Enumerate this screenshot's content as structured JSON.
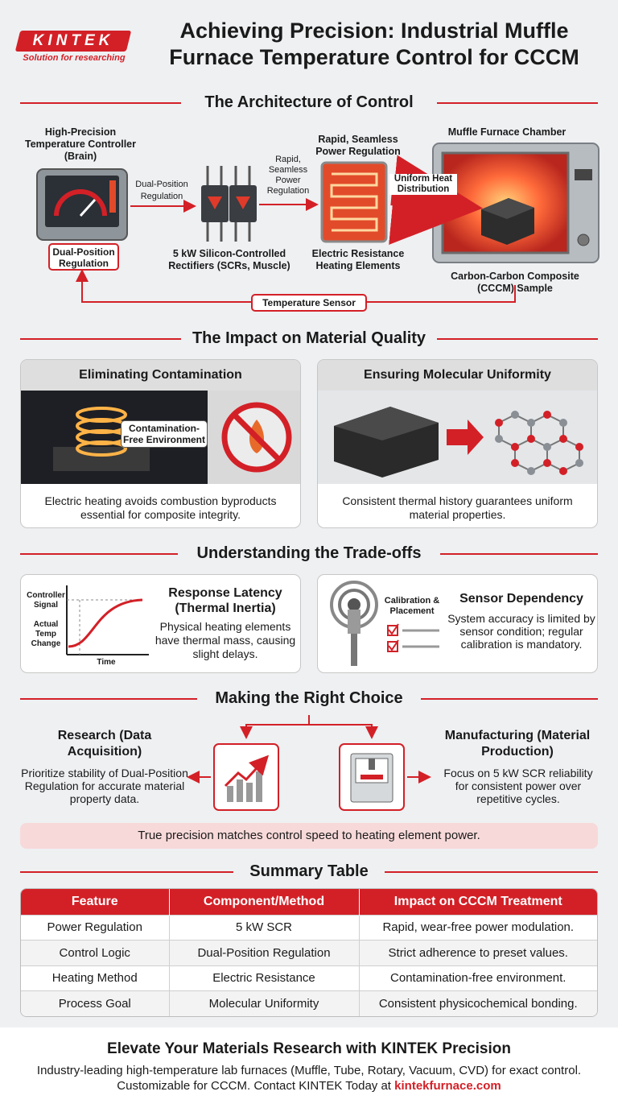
{
  "brand": {
    "logo": "KINTEK",
    "tagline": "Solution for researching"
  },
  "title": "Achieving Precision: Industrial Muffle Furnace Temperature Control for CCCM",
  "architecture": {
    "heading": "The Architecture of Control",
    "controller_label": "High-Precision Temperature Controller (Brain)",
    "dual_position_badge": "Dual-Position Regulation",
    "arrow1_label": "Dual-Position Regulation",
    "scr_label": "5 kW Silicon-Controlled Rectifiers (SCRs, Muscle)",
    "arrow2_label": "Rapid, Seamless Power Regulation",
    "heater_top_label": "Rapid, Seamless Power Regulation",
    "heater_label": "Electric Resistance Heating Elements",
    "uniform_label": "Uniform Heat Distribution",
    "chamber_label": "Muffle Furnace Chamber",
    "sample_label": "Carbon-Carbon Composite (CCCM) Sample",
    "sensor_label": "Temperature Sensor"
  },
  "impact": {
    "heading": "The Impact on Material Quality",
    "left": {
      "title": "Eliminating Contamination",
      "badge": "Contamination-Free Environment",
      "caption": "Electric heating avoids combustion byproducts essential for composite integrity."
    },
    "right": {
      "title": "Ensuring Molecular Uniformity",
      "caption": "Consistent thermal history guarantees uniform material properties."
    }
  },
  "tradeoffs": {
    "heading": "Understanding the Trade-offs",
    "left": {
      "y1": "Controller Signal",
      "y2": "Actual Temp Change",
      "x": "Time",
      "title": "Response Latency (Thermal Inertia)",
      "text": "Physical heating elements have thermal mass, causing slight delays."
    },
    "right": {
      "icon_label": "Calibration & Placement",
      "title": "Sensor Dependency",
      "text": "System accuracy is limited by sensor condition; regular calibration is mandatory."
    }
  },
  "choice": {
    "heading": "Making the Right Choice",
    "research": {
      "title": "Research (Data Acquisition)",
      "text": "Prioritize stability of Dual-Position Regulation for accurate material property data."
    },
    "manufacturing": {
      "title": "Manufacturing (Material Production)",
      "text": "Focus on 5 kW SCR reliability for consistent power over repetitive cycles."
    },
    "banner": "True precision matches control speed to heating element power."
  },
  "summary": {
    "heading": "Summary Table",
    "headers": [
      "Feature",
      "Component/Method",
      "Impact on CCCM Treatment"
    ],
    "rows": [
      [
        "Power Regulation",
        "5 kW SCR",
        "Rapid, wear-free power modulation."
      ],
      [
        "Control Logic",
        "Dual-Position Regulation",
        "Strict adherence to preset values."
      ],
      [
        "Heating Method",
        "Electric Resistance",
        "Contamination-free environment."
      ],
      [
        "Process Goal",
        "Molecular Uniformity",
        "Consistent physicochemical bonding."
      ]
    ]
  },
  "footer": {
    "title": "Elevate Your Materials Research with KINTEK Precision",
    "text": "Industry-leading high-temperature lab furnaces (Muffle, Tube, Rotary, Vacuum, CVD) for exact control. Customizable for CCCM. Contact KINTEK Today at",
    "link": "kintekfurnace.com"
  },
  "colors": {
    "accent": "#d32027",
    "panel": "#dedede",
    "background": "#eef0f2"
  }
}
